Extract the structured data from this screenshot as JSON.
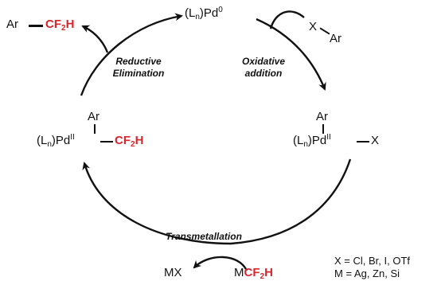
{
  "product": {
    "ar": "Ar",
    "cf2h": "CF",
    "cf2h_sub": "2",
    "cf2h_h": "H"
  },
  "pd0": {
    "prefix": "(L",
    "prefix_sub": "n",
    "suffix": ")Pd",
    "ox": "0"
  },
  "reagent": {
    "x": "X",
    "ar": "Ar"
  },
  "steps": {
    "reductive_1": "Reductive",
    "reductive_2": "Elimination",
    "oxidative_1": "Oxidative",
    "oxidative_2": "addition",
    "transmetallation": "Transmetallation"
  },
  "left_complex": {
    "ar": "Ar",
    "prefix": "(L",
    "prefix_sub": "n",
    "suffix": ")Pd",
    "ox": "II",
    "cf": "CF",
    "cf_sub": "2",
    "cf_h": "H"
  },
  "right_complex": {
    "ar": "Ar",
    "prefix": "(L",
    "prefix_sub": "n",
    "suffix": ")Pd",
    "ox": "II",
    "x": "X"
  },
  "byproduct": {
    "mx": "MX"
  },
  "reagent2": {
    "m": "M",
    "cf": "CF",
    "cf_sub": "2",
    "cf_h": "H"
  },
  "notes": {
    "x_def": "X = Cl, Br, I, OTf",
    "m_def": "M = Ag, Zn, Si"
  },
  "colors": {
    "accent": "#d8262e",
    "ink": "#111111"
  }
}
